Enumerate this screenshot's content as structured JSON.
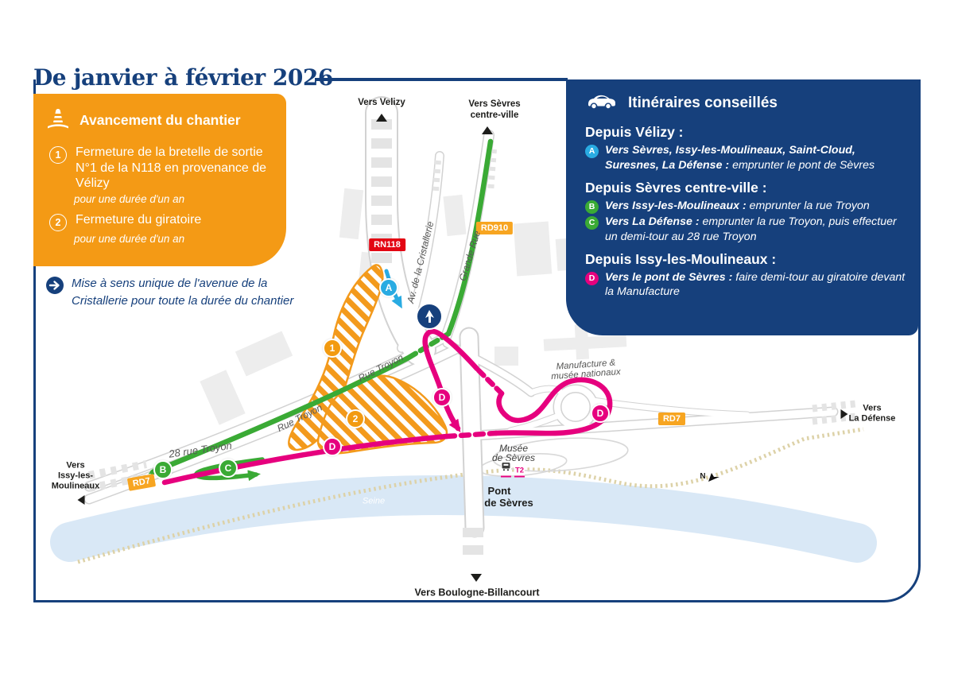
{
  "page": {
    "title": "De janvier à février 2026"
  },
  "progress_panel": {
    "icon": "traffic-cone-icon",
    "title": "Avancement du chantier",
    "items": [
      {
        "num": "1",
        "text": "Fermeture de la bretelle de sortie N°1 de la N118 en provenance de Vélizy",
        "duration": "pour une durée d'un an"
      },
      {
        "num": "2",
        "text": "Fermeture du giratoire",
        "duration": "pour une durée d'un an"
      }
    ]
  },
  "note": {
    "icon": "arrow-right-icon",
    "text": "Mise à sens unique de l'avenue de la Cristallerie pour toute la durée du chantier"
  },
  "itineraries_panel": {
    "icon": "car-icon",
    "title": "Itinéraires conseillés",
    "sections": [
      {
        "heading": "Depuis Vélizy :",
        "routes": [
          {
            "badge": "A",
            "badge_color": "#29abe2",
            "destination": "Vers Sèvres, Issy-les-Moulineaux, Saint-Cloud, Suresnes, La Défense :",
            "advice": "emprunter le pont de Sèvres"
          }
        ]
      },
      {
        "heading": "Depuis Sèvres centre-ville :",
        "routes": [
          {
            "badge": "B",
            "badge_color": "#3aaa35",
            "destination": "Vers Issy-les-Moulineaux :",
            "advice": "emprunter la rue Troyon"
          },
          {
            "badge": "C",
            "badge_color": "#3aaa35",
            "destination": "Vers La Défense :",
            "advice": "emprunter la rue Troyon, puis effectuer un demi-tour au 28 rue Troyon"
          }
        ]
      },
      {
        "heading": "Depuis Issy-les-Moulineaux :",
        "routes": [
          {
            "badge": "D",
            "badge_color": "#e6007e",
            "destination": "Vers le pont de Sèvres :",
            "advice": "faire demi-tour au giratoire devant la Manufacture"
          }
        ]
      }
    ]
  },
  "map": {
    "destinations": {
      "velizy": "Vers Velizy",
      "sevres_line1": "Vers Sèvres",
      "sevres_line2": "centre-ville",
      "defense_line1": "Vers",
      "defense_line2": "La Défense",
      "issy_line1": "Vers",
      "issy_line2": "Issy-les-",
      "issy_line3": "Moulineaux",
      "boulogne": "Vers Boulogne-Billancourt"
    },
    "road_badges": {
      "rn118": "RN118",
      "rd910": "RD910",
      "rd7_east": "RD7",
      "rd7_west": "RD7"
    },
    "streets": {
      "cristallerie": "Av. de la Cristallerie",
      "grande_rue": "Grande Rue",
      "rue_troyon": "Rue Troyon",
      "rue_troyon_28": "28 rue Troyon"
    },
    "places": {
      "manufacture_line1": "Manufacture &",
      "manufacture_line2": "musée nationaux",
      "musee_line1": "Musée",
      "musee_line2": "de Sèvres",
      "tram_line": "T2",
      "pont_line1": "Pont",
      "pont_line2": "de Sèvres",
      "seine": "Seine",
      "compass": "N"
    },
    "zone_badges": {
      "z1": "1",
      "z2": "2"
    },
    "route_badges": {
      "a": "A",
      "b": "B",
      "c": "C",
      "d": "D"
    }
  },
  "colors": {
    "navy": "#16407c",
    "orange_panel": "#f49a15",
    "route_green": "#3aaa35",
    "route_pink": "#e6007e",
    "route_blue": "#29abe2",
    "badge_red": "#e30613",
    "badge_orange": "#f7a521",
    "river": "#d9e8f6",
    "closure_hatch": "#f39a1c"
  }
}
